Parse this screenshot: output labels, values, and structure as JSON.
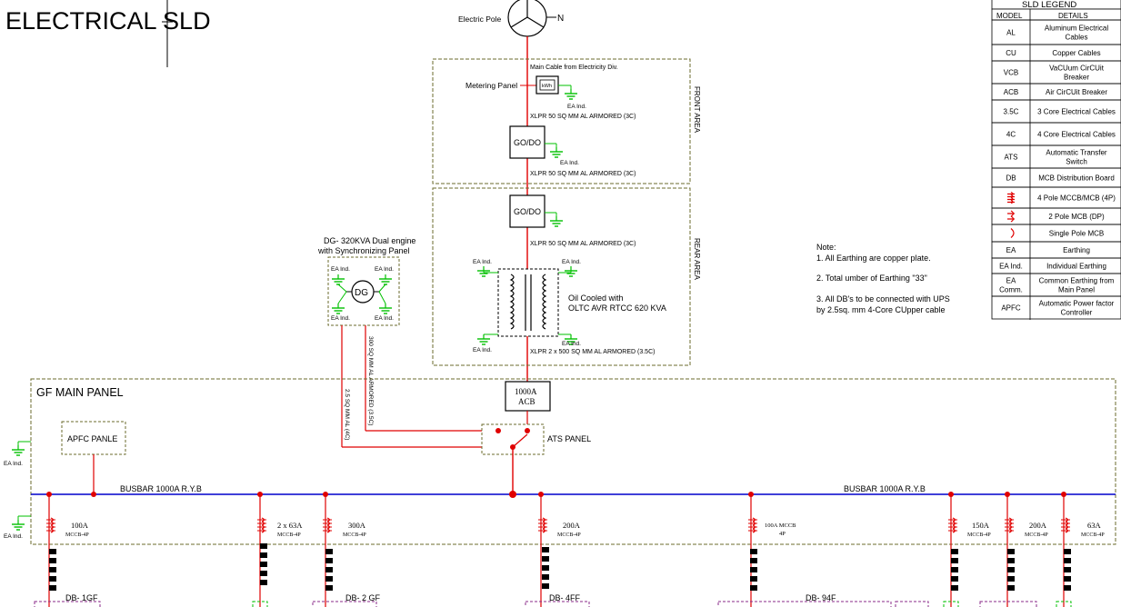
{
  "title": "ELECTRICAL SLD",
  "pole": {
    "label": "Electric Pole",
    "north": "N"
  },
  "front_area": {
    "label": "FRONT AREA",
    "main_cable": "Main Cable from Electricity Div.",
    "metering_panel": "Metering Panel",
    "meter": "kWh",
    "cable1": "XLPR 50 SQ MM AL ARMORED (3C)",
    "godo": "GO/DO",
    "cable2": "XLPR 50 SQ MM AL ARMORED (3C)"
  },
  "rear_area": {
    "label": "REAR AREA",
    "godo": "GO/DO",
    "cable1": "XLPR 50 SQ MM AL ARMORED (3C)",
    "transformer_line1": "Oil Cooled with",
    "transformer_line2": "OLTC AVR RTCC 620 KVA",
    "cable2": "XLPR 2 x 500 SQ MM AL ARMORED (3.5C)"
  },
  "ea_ind": "EA Ind.",
  "dg": {
    "title_line1": "DG- 320KVA Dual engine",
    "title_line2": "with Synchronizing Panel",
    "symbol": "DG",
    "cable_a": "2.5 SQ MM AL (4C)",
    "cable_b": "300 SQ MM AL ARMORED (3.5C)"
  },
  "main_panel": {
    "label": "GF MAIN PANEL",
    "acb_line1": "1000A",
    "acb_line2": "ACB",
    "ats": "ATS PANEL",
    "apfc": "APFC PANLE",
    "busbar_left": "BUSBAR 1000A R.Y.B",
    "busbar_right": "BUSBAR 1000A R.Y.B"
  },
  "feeders": [
    {
      "rating": "100A",
      "type": "MCCB-4P"
    },
    {
      "rating": "2 x 63A",
      "type": "MCCB-4P"
    },
    {
      "rating": "300A",
      "type": "MCCB-4P"
    },
    {
      "rating": "200A",
      "type": "MCCB-4P"
    },
    {
      "rating": "100A MCCB",
      "type": "4P"
    },
    {
      "rating": "150A",
      "type": "MCCB-4P"
    },
    {
      "rating": "200A",
      "type": "MCCB-4P"
    },
    {
      "rating": "63A",
      "type": "MCCB-4P"
    }
  ],
  "db_labels": [
    "DB- 1GF",
    "DB- 2 GF",
    "DB- 4FF",
    "DB- 94F"
  ],
  "notes": {
    "heading": "Note:",
    "n1": "1. All Earthing are copper plate.",
    "n2": "2. Total  umber of Earthing \"33\"",
    "n3a": "3. All DB's to be connected with UPS",
    "n3b": "by 2.5sq. mm 4-Core CUpper cable"
  },
  "legend": {
    "title": "SLD LEGEND",
    "col_model": "MODEL",
    "col_details": "DETAILS",
    "rows": [
      {
        "model": "AL",
        "details": [
          "Aluminum Electrical",
          "Cables"
        ]
      },
      {
        "model": "CU",
        "details": [
          "Copper Cables"
        ]
      },
      {
        "model": "VCB",
        "details": [
          "VaCUum CirCUit",
          "Breaker"
        ]
      },
      {
        "model": "ACB",
        "details": [
          "Air CirCUit Breaker"
        ]
      },
      {
        "model": "3.5C",
        "details": [
          "3 Core Electrical Cables"
        ]
      },
      {
        "model": "4C",
        "details": [
          "4 Core Electrical Cables"
        ]
      },
      {
        "model": "ATS",
        "details": [
          "Automatic Transfer",
          "Switch"
        ]
      },
      {
        "model": "DB",
        "details": [
          "MCB Distribution Board"
        ]
      },
      {
        "model": "",
        "icon": "four-pole-mccb-icon",
        "details": [
          "4 Pole MCCB/MCB (4P)"
        ]
      },
      {
        "model": "",
        "icon": "two-pole-mcb-icon",
        "details": [
          "2 Pole MCB (DP)"
        ]
      },
      {
        "model": "",
        "icon": "single-pole-mcb-icon",
        "details": [
          "Single Pole MCB"
        ]
      },
      {
        "model": "EA",
        "details": [
          "Earthing"
        ]
      },
      {
        "model": "EA Ind.",
        "details": [
          "Individual Earthing"
        ]
      },
      {
        "model": [
          "EA",
          "Comm."
        ],
        "details": [
          "Common Earthing from",
          "Main Panel"
        ]
      },
      {
        "model": "APFC",
        "details": [
          "Automatic Power factor",
          "Controller"
        ]
      }
    ]
  }
}
